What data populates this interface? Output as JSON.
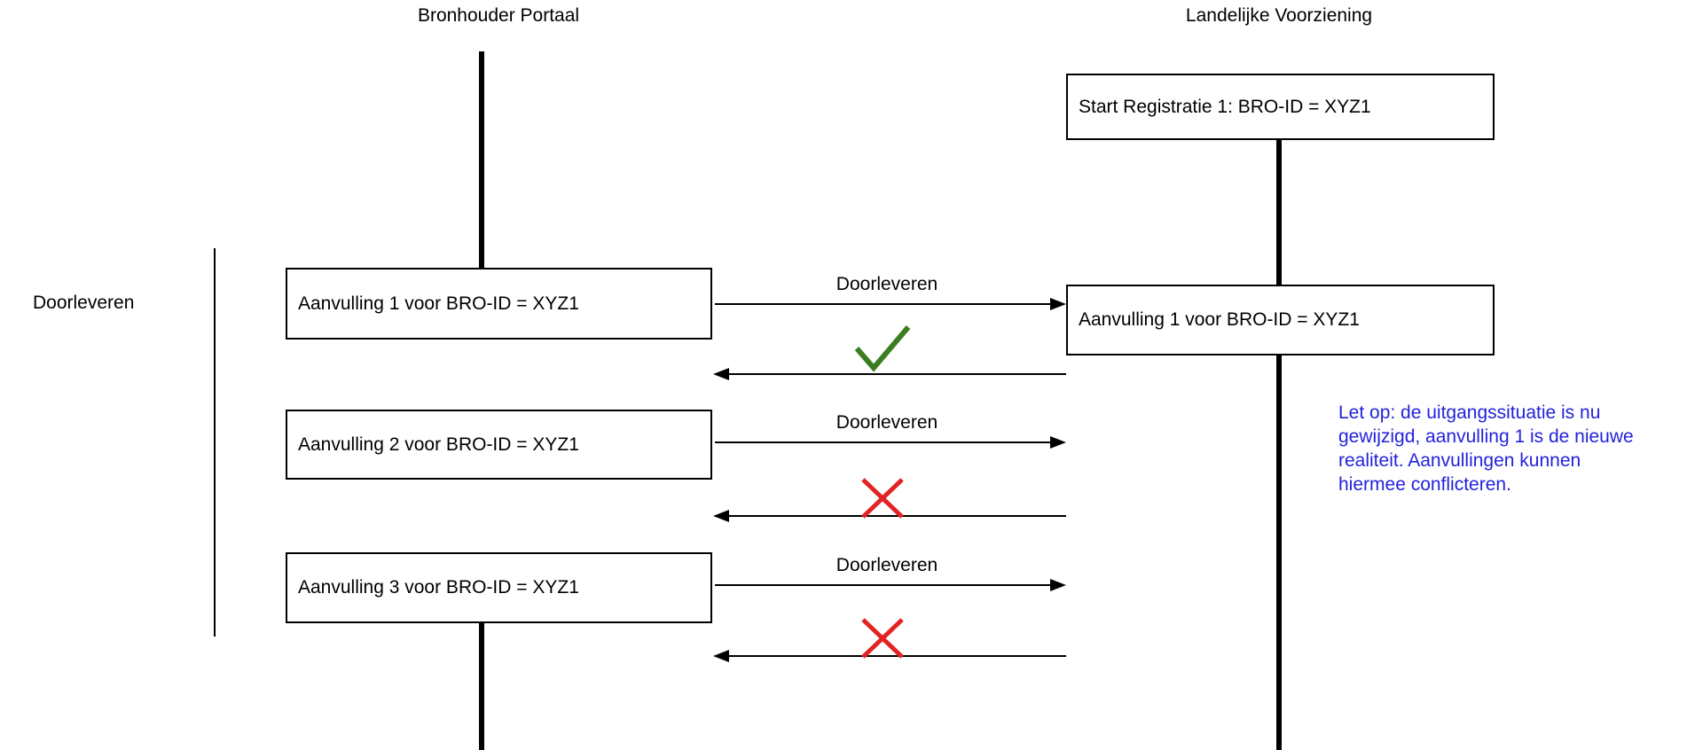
{
  "titles": {
    "bronhouder": "Bronhouder Portaal",
    "landelijke": "Landelijke Voorziening"
  },
  "group_label": "Doorleveren",
  "boxes": {
    "start_registratie": "Start Registratie 1: BRO-ID = XYZ1",
    "aanvulling_1_bronhouder": "Aanvulling 1 voor BRO-ID = XYZ1",
    "aanvulling_1_landelijke": "Aanvulling 1 voor BRO-ID = XYZ1",
    "aanvulling_2_bronhouder": "Aanvulling 2 voor BRO-ID = XYZ1",
    "aanvulling_3_bronhouder": "Aanvulling 3 voor BRO-ID = XYZ1"
  },
  "messages": [
    {
      "label": "Doorleveren",
      "result": "success"
    },
    {
      "label": "Doorleveren",
      "result": "failure"
    },
    {
      "label": "Doorleveren",
      "result": "failure"
    }
  ],
  "note": {
    "lines": [
      "Let op: de uitgangssituatie is nu",
      "gewijzigd, aanvulling 1 is de nieuwe",
      "realiteit. Aanvullingen kunnen",
      "hiermee conflicteren."
    ]
  },
  "colors": {
    "success_check": "#3c7d21",
    "failure_x": "#e32222",
    "note_text": "#2222dd",
    "line": "#000000"
  }
}
